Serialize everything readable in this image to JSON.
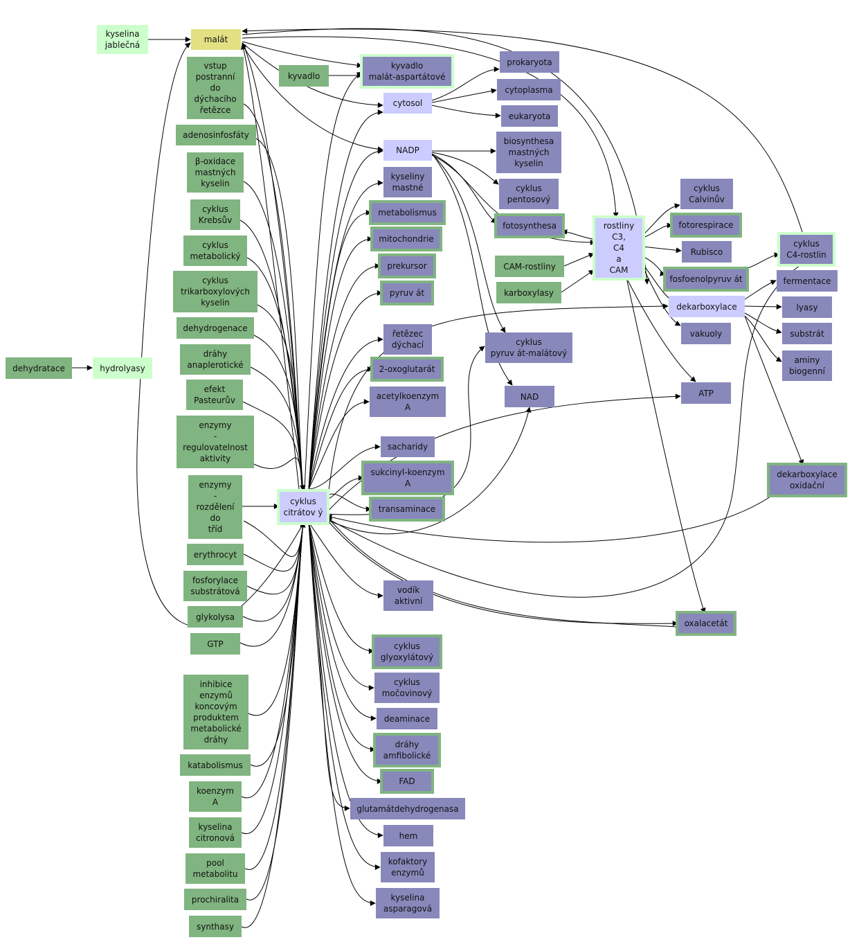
{
  "nodes": {
    "dehydratace": "dehydratace",
    "hydrolyasy": "hydrolyasy",
    "kyselina_jablecna": "kyselina\njablečná",
    "malat": "malát",
    "vstup": "vstup\npostranní\ndo\ndýchacího\nřetězce",
    "adenosinfosfaty": "adenosinfosfáty",
    "beta_oxidace": "β-oxidace\nmastných\nkyselin",
    "cyklus_krebsuv": "cyklus\nKrebsův",
    "cyklus_metabolicky": "cyklus\nmetabolický",
    "cyklus_trikarboxylovych": "cyklus\ntrikarboxylových\nkyselin",
    "dehydrogenace": "dehydrogenace",
    "drahy_anapleroticke": "dráhy\nanaplerotické",
    "efekt_pasteuruv": "efekt\nPasteurův",
    "enzymy_regulovatelnost": "enzymy\n-\nregulovatelnost\naktivity",
    "enzymy_rozdeleni": "enzymy\n-\nrozdělení\ndo\ntříd",
    "erythrocyt": "erythrocyt",
    "fosforylace": "fosforylace\nsubstrátová",
    "glykolysa": "glykolysa",
    "gtp": "GTP",
    "inhibice": "inhibice\nenzymů\nkoncovým\nproduktem\nmetabolické\ndráhy",
    "katabolismus": "katabolismus",
    "koenzym_a": "koenzym\nA",
    "kyselina_citronova": "kyselina\ncitronová",
    "pool": "pool\nmetabolitu",
    "prochiralita": "prochiralita",
    "synthasy": "synthasy",
    "kyvadlo": "kyvadlo",
    "kyvadlo_ma": "kyvadlo\nmalát-aspartátové",
    "cytosol": "cytosol",
    "nadp": "NADP",
    "kyseliny_mastne": "kyseliny\nmastné",
    "metabolismus": "metabolismus",
    "mitochondrie": "mitochondrie",
    "prekursor": "prekursor",
    "pyruvat": "pyruv át",
    "retezec": "řetězec\ndýchací",
    "oxoglutarat": "2-oxoglutarát",
    "acetylkoenzym": "acetylkoenzym\nA",
    "sacharidy": "sacharidy",
    "sukcinyl": "sukcinyl-koenzym\nA",
    "transaminace": "transaminace",
    "cyklus_citratovy": "cyklus\ncitrátov ý",
    "vodik": "vodík\naktivní",
    "glyoxylatovy": "cyklus\nglyoxylátový",
    "mocovinovy": "cyklus\nmočovinový",
    "deaminace": "deaminace",
    "amfibolicke": "dráhy\namfibolické",
    "fad": "FAD",
    "glutamat": "glutamátdehydrogenasa",
    "hem": "hem",
    "kofaktory": "kofaktory\nenzymů",
    "asparagova": "kyselina\nasparagová",
    "prokaryota": "prokaryota",
    "cytoplasma": "cytoplasma",
    "eukaryota": "eukaryota",
    "biosynthesa": "biosynthesa\nmastných\nkyselin",
    "pentosovy": "cyklus\npentosový",
    "fotosynthesa": "fotosynthesa",
    "cam_rostliny": "CAM-rostliny",
    "karboxylasy": "karboxylasy",
    "pyruvat_malatovy": "cyklus\npyruv át-malátový",
    "nad": "NAD",
    "rostliny": "rostliny\nC3,\nC4\na\nCAM",
    "calvinuv": "cyklus\nCalvinův",
    "fotorespirace": "fotorespirace",
    "rubisco": "Rubisco",
    "fosfoenolpyruvat": "fosfoenolpyruv át",
    "dekarboxylace": "dekarboxylace",
    "vakuoly": "vakuoly",
    "atp": "ATP",
    "c4_rostlin": "cyklus\nC4-rostlin",
    "fermentace": "fermentace",
    "lyasy": "lyasy",
    "substrat": "substrát",
    "aminy": "aminy\nbiogenní",
    "dekarboxylace_oxidacni": "dekarboxylace\noxidační",
    "oxalacetat": "oxalacetát"
  },
  "colors": {
    "green": "#80b480",
    "light_green": "#ccffcc",
    "blue": "#8888bb",
    "light_blue": "#ccccff",
    "yellow": "#e3e084",
    "edge": "#000000"
  }
}
